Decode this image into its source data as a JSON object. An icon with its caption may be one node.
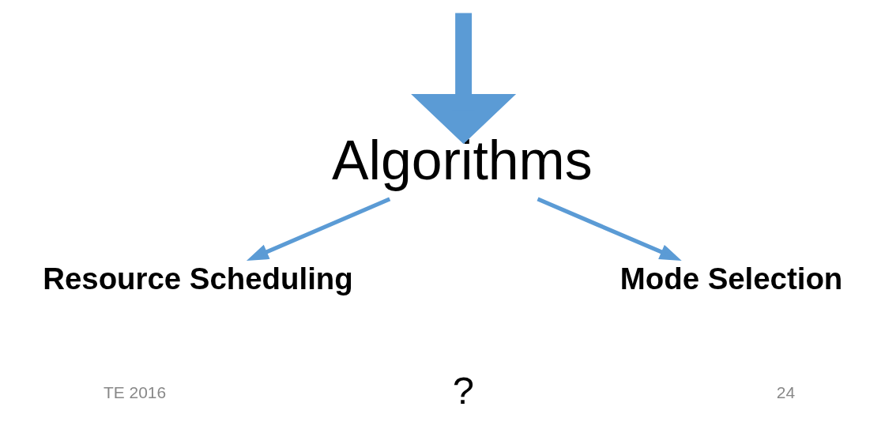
{
  "diagram": {
    "nodes": [
      {
        "text": [
          "Algorithms"
        ]
      },
      {
        "text": [
          "Resource Scheduling"
        ]
      },
      {
        "text": [
          "Mode Selection"
        ]
      }
    ],
    "edges": [
      {
        "from": null,
        "to": 0,
        "arrow": "to",
        "style": "thick"
      },
      {
        "from": 0,
        "to": 1,
        "arrow": "to"
      },
      {
        "from": 0,
        "to": 2,
        "arrow": "to"
      }
    ],
    "labels": [
      "?",
      "TE 2016",
      "24"
    ]
  }
}
